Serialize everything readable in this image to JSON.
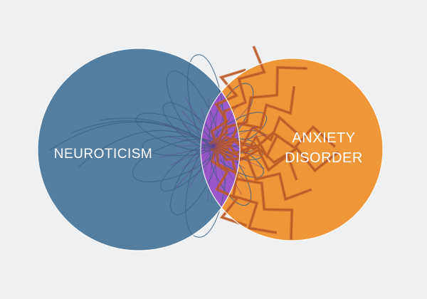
{
  "diagram": {
    "type": "venn",
    "sets": [
      {
        "label": "NEUROTICISM",
        "color": "#537ea0"
      },
      {
        "label": "ANXIETY",
        "label_line2": "DISORDER",
        "color": "#ef9638"
      }
    ],
    "overlap_color": "#9a57c9",
    "outline_color": "#ffffff",
    "background": "#eef0f1",
    "motifs": {
      "left": "swirling-loops",
      "right": "jagged-spikes"
    }
  }
}
